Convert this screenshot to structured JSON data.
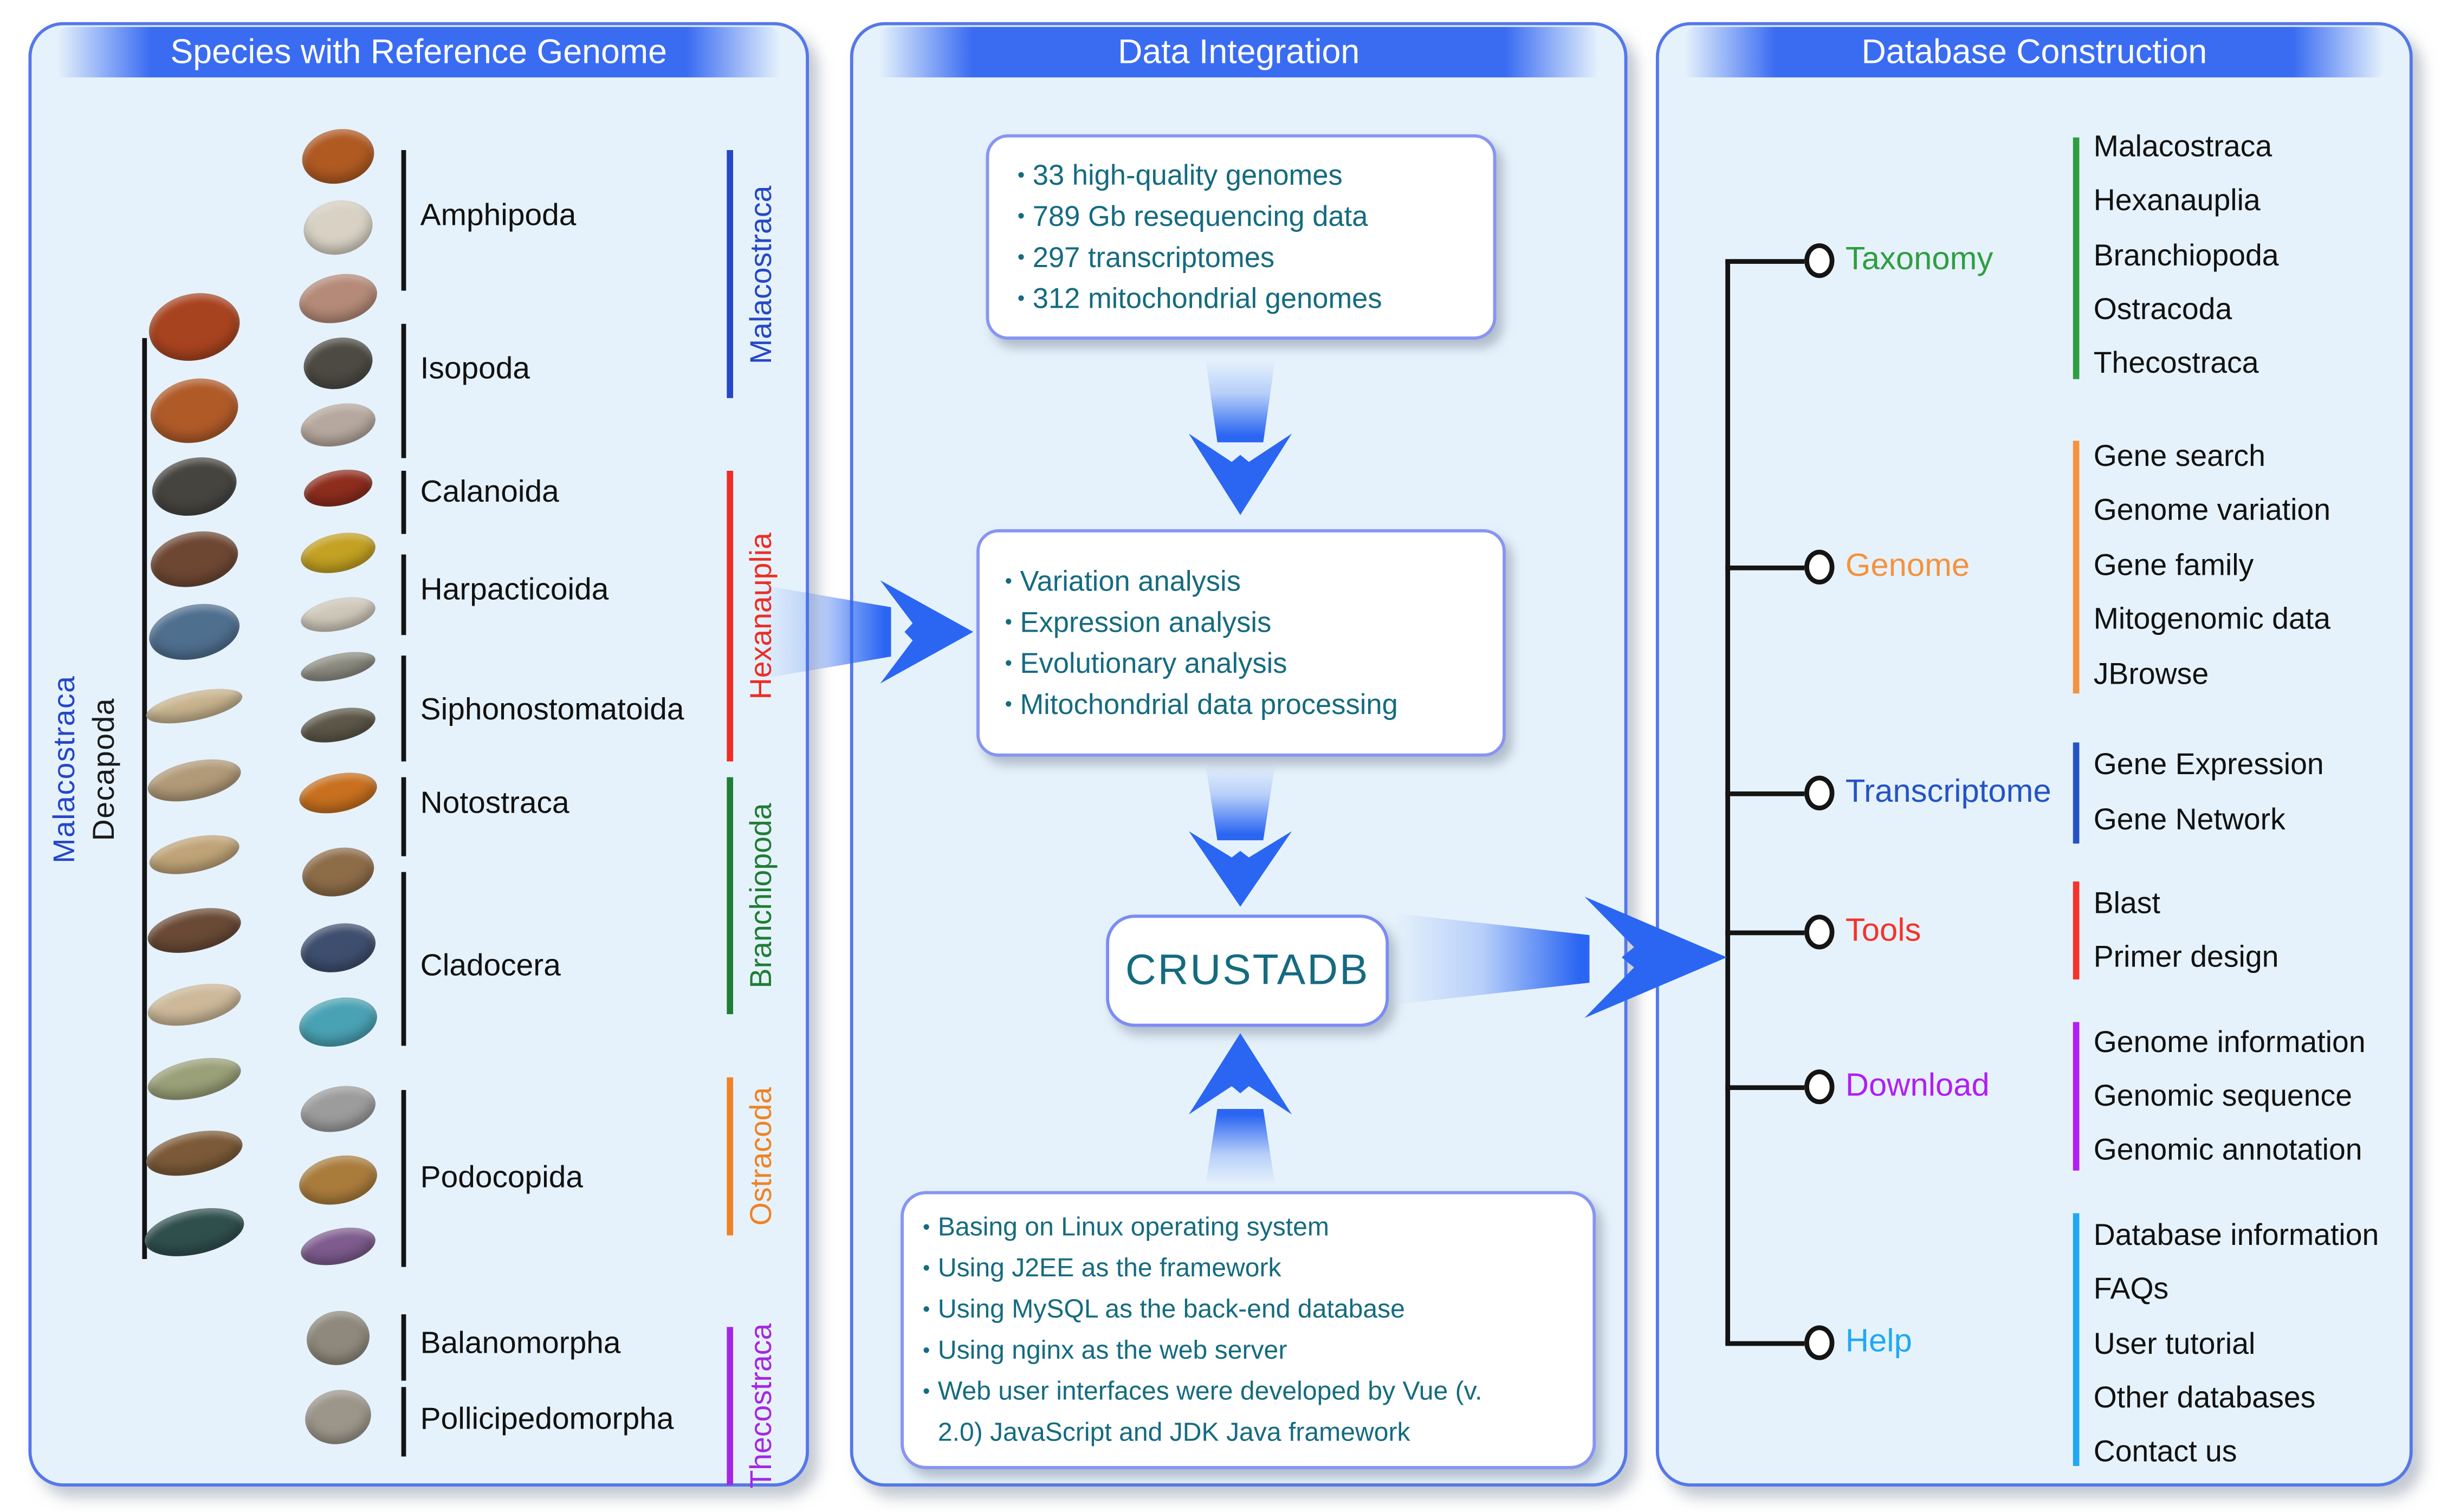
{
  "left_panel": {
    "title": "Species with Reference Genome",
    "side_labels": [
      {
        "text": "Malacostraca",
        "color": "#2547c6"
      },
      {
        "text": "Decapoda",
        "color": "#1a1a1a"
      }
    ],
    "orders": [
      "Amphipoda",
      "Isopoda",
      "Calanoida",
      "Harpacticoida",
      "Siphonostomatoida",
      "Notostraca",
      "Cladocera",
      "Podocopida",
      "Balanomorpha",
      "Pollicipedomorpha"
    ],
    "classes": [
      {
        "label": "Malacostraca",
        "color": "#2547c6"
      },
      {
        "label": "Hexanauplia",
        "color": "#ee2d24"
      },
      {
        "label": "Branchiopoda",
        "color": "#1f7d34"
      },
      {
        "label": "Ostracoda",
        "color": "#f08224"
      },
      {
        "label": "Thecostraca",
        "color": "#a427e2"
      }
    ],
    "specimen_colors_left": [
      "#a8431f",
      "#b05a28",
      "#46443f",
      "#6e4733",
      "#4f6f8f",
      "#c8b48e",
      "#b19a78",
      "#c0a478",
      "#6a4a36",
      "#cdb899",
      "#9aa078",
      "#7c5a38",
      "#2f4f4d"
    ],
    "specimen_colors_right": [
      "#b05a22",
      "#d8d1c4",
      "#b58a78",
      "#4c4a42",
      "#b6a89e",
      "#8e2d1e",
      "#c4a122",
      "#cfc8ba",
      "#8d8d82",
      "#5c5748",
      "#c8701e",
      "#8d6c48",
      "#3e4e6e",
      "#49a2b4",
      "#9c9c9c",
      "#aa7c3c",
      "#7e5c8e",
      "#8e897c",
      "#9c968a"
    ]
  },
  "middle_panel": {
    "title": "Data Integration",
    "data_summary_box": [
      "33 high-quality genomes",
      "789 Gb resequencing data",
      "297 transcriptomes",
      "312 mitochondrial genomes"
    ],
    "analysis_box": [
      "Variation analysis",
      "Expression analysis",
      "Evolutionary analysis",
      "Mitochondrial data processing"
    ],
    "database_name": "CRUSTADB",
    "tech_stack_box": [
      "Basing on Linux operating system",
      "Using J2EE as the framework",
      "Using MySQL as the back-end database",
      "Using nginx as the  web server",
      "Web user interfaces were developed by Vue (v. 2.0) JavaScript and JDK Java framework"
    ]
  },
  "right_panel": {
    "title": "Database Construction",
    "sections": [
      {
        "label": "Taxonomy",
        "color": "#2f9e41",
        "items": [
          "Malacostraca",
          "Hexanauplia",
          "Branchiopoda",
          "Ostracoda",
          "Thecostraca"
        ]
      },
      {
        "label": "Genome",
        "color": "#f5923e",
        "items": [
          "Gene search",
          "Genome variation",
          "Gene family",
          "Mitogenomic data",
          "JBrowse"
        ]
      },
      {
        "label": "Transcriptome",
        "color": "#2453c4",
        "items": [
          "Gene Expression",
          "Gene Network"
        ]
      },
      {
        "label": "Tools",
        "color": "#f5332b",
        "items": [
          "Blast",
          "Primer design"
        ]
      },
      {
        "label": "Download",
        "color": "#b01ef5",
        "items": [
          "Genome information",
          "Genomic sequence",
          "Genomic annotation"
        ]
      },
      {
        "label": "Help",
        "color": "#1da9f5",
        "items": [
          "Database information",
          "FAQs",
          "User tutorial",
          "Other databases",
          "Contact us"
        ]
      }
    ]
  },
  "arrow_color": "#2b66f2"
}
